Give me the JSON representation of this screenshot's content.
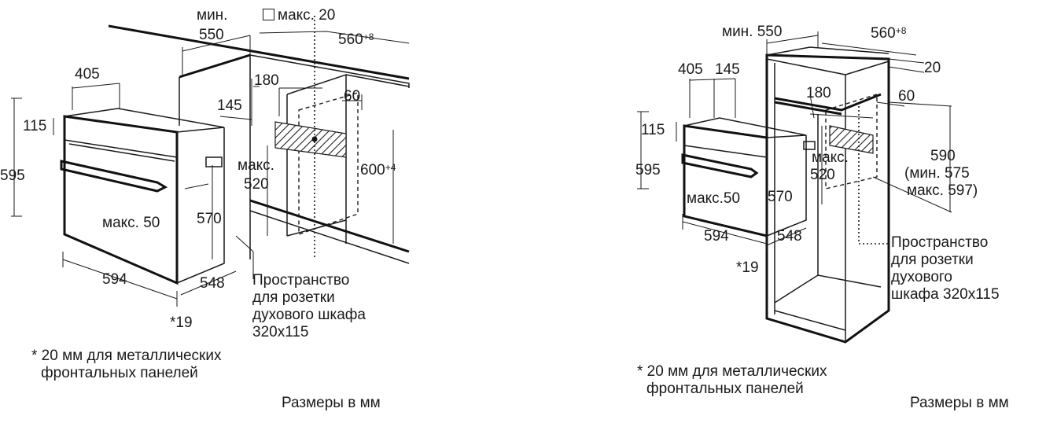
{
  "left": {
    "dims": {
      "d550_min": "мин.",
      "d550": "550",
      "max20": "макс. 20",
      "d560": "560",
      "d560_tol": "+8",
      "d405": "405",
      "d180": "180",
      "d145": "145",
      "d60": "60",
      "d115": "115",
      "d595": "595",
      "d600": "600",
      "d600_tol": "+4",
      "max520_label": "макс.",
      "max520": "520",
      "max50": "макс. 50",
      "d570": "570",
      "d594": "594",
      "d548": "548",
      "d19": "*19"
    },
    "socket_note": [
      "Пространство",
      "для розетки",
      "духового шкафа",
      "320x115"
    ],
    "footnote": [
      "* 20 мм для металлических",
      "фронтальных панелей"
    ],
    "units": "Размеры в мм"
  },
  "right": {
    "dims": {
      "min550": "мин. 550",
      "d560": "560",
      "d560_tol": "+8",
      "d20": "20",
      "d405": "405",
      "d145": "145",
      "d180": "180",
      "d60": "60",
      "d115": "115",
      "d595": "595",
      "d590": "590",
      "d590_min": "(мин. 575",
      "d590_max": "макс. 597)",
      "max520_label": "макс.",
      "max520": "520",
      "max50": "макс.50",
      "d570": "570",
      "d594": "594",
      "d548": "548",
      "d19": "*19"
    },
    "socket_note": [
      "Пространство",
      "для розетки",
      "духового",
      "шкафа 320x115"
    ],
    "footnote": [
      "* 20 мм для металлических",
      "фронтальных панелей"
    ],
    "units": "Размеры в мм"
  }
}
